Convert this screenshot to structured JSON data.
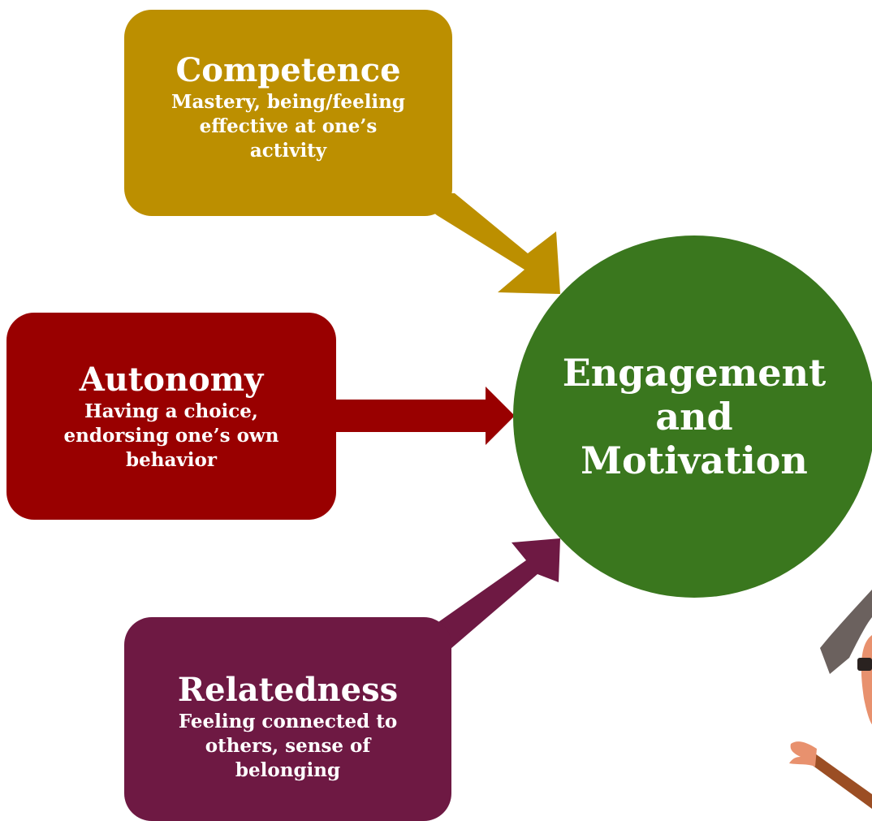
{
  "colors": {
    "competence": "#BC8F00",
    "autonomy": "#990000",
    "relatedness": "#6E1943",
    "center": "#3A771E",
    "background": "#FFFFFF"
  },
  "nodes": [
    {
      "id": "competence",
      "title": "Competence",
      "description": [
        "Mastery, being/feeling",
        "effective at one’s",
        "activity"
      ]
    },
    {
      "id": "autonomy",
      "title": "Autonomy",
      "description": [
        "Having a choice,",
        "endorsing one’s own",
        "behavior"
      ]
    },
    {
      "id": "relatedness",
      "title": "Relatedness",
      "description": [
        "Feeling connected to",
        "others, sense of",
        "belonging"
      ]
    }
  ],
  "center": {
    "lines": [
      "Engagement",
      "and",
      "Motivation"
    ]
  },
  "edges": [
    {
      "from": "competence",
      "to": "center"
    },
    {
      "from": "autonomy",
      "to": "center"
    },
    {
      "from": "relatedness",
      "to": "center"
    }
  ],
  "decorations": [
    "cartoon-character-illustration"
  ]
}
